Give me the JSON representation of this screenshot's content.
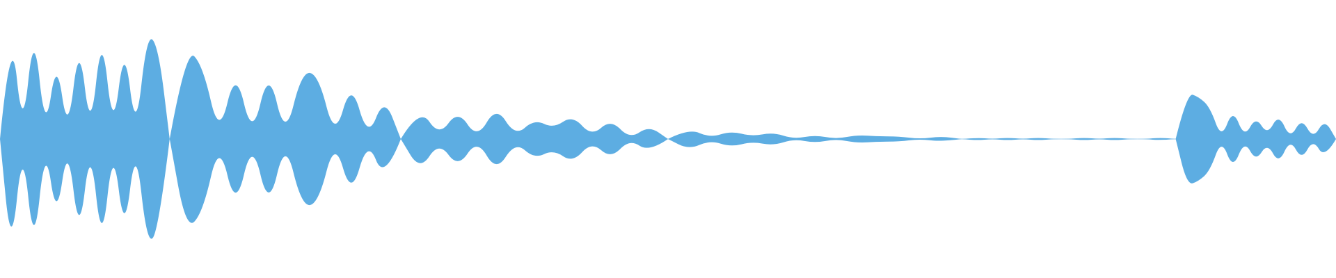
{
  "waveform": {
    "color": "#5dade2",
    "background": "#ffffff",
    "channel_count": 1,
    "segments": [
      {
        "name": "wave-segment-1",
        "t0": 0.0,
        "t1": 0.127,
        "amp": [
          0.0,
          0.88,
          0.02,
          0.86,
          0.03,
          0.62,
          0.02,
          0.76,
          0.02,
          0.84,
          0.03,
          0.74,
          0.02,
          0.8,
          0.7,
          0.0
        ]
      },
      {
        "name": "wave-segment-2",
        "t0": 0.127,
        "t1": 0.3,
        "amp": [
          0.0,
          0.69,
          0.56,
          0.01,
          0.54,
          0.0,
          0.54,
          0.0,
          0.51,
          0.49,
          0.0,
          0.44,
          0.0,
          0.32,
          0.0
        ]
      },
      {
        "name": "wave-segment-3",
        "t0": 0.3,
        "t1": 0.5,
        "amp": [
          0.0,
          0.24,
          0.02,
          0.22,
          0.0,
          0.25,
          0.02,
          0.15,
          0.08,
          0.18,
          0.02,
          0.15,
          0.0,
          0.1,
          0.0
        ]
      },
      {
        "name": "wave-segment-4",
        "t0": 0.5,
        "t1": 0.72,
        "amp": [
          0.0,
          0.08,
          0.01,
          0.06,
          0.02,
          0.05,
          0.0,
          0.03,
          0.0,
          0.03,
          0.02,
          0.02,
          0.0,
          0.02,
          0.0
        ]
      },
      {
        "name": "wave-segment-5",
        "t0": 0.72,
        "t1": 0.88,
        "amp": [
          0.0,
          0.01,
          0.0,
          0.01,
          0.0,
          0.01,
          0.0,
          0.0,
          0.01,
          0.0,
          0.01,
          0.0,
          0.0,
          0.01,
          0.0
        ]
      },
      {
        "name": "wave-segment-6",
        "t0": 0.88,
        "t1": 1.0,
        "amp": [
          0.0,
          0.35,
          0.32,
          0.24,
          0.0,
          0.23,
          0.01,
          0.17,
          0.03,
          0.19,
          0.0,
          0.16,
          0.0,
          0.15,
          0.0
        ]
      }
    ]
  }
}
